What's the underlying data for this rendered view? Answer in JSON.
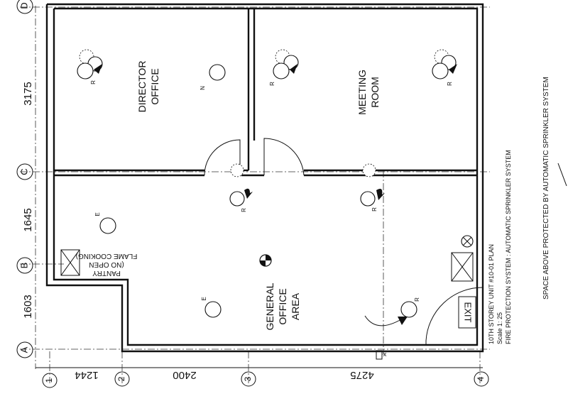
{
  "grid": {
    "rows": [
      "D",
      "C",
      "B",
      "A"
    ],
    "cols": [
      "1",
      "2",
      "3",
      "4"
    ],
    "row_dimensions": [
      "3175",
      "1645",
      "1603"
    ],
    "col_dimensions": [
      "1244",
      "2400",
      "4275"
    ]
  },
  "rooms": {
    "director": [
      "DIRECTOR",
      "OFFICE"
    ],
    "meeting": [
      "MEETING",
      "ROOM"
    ],
    "general": [
      "GENERAL",
      "OFFICE",
      "AREA"
    ],
    "pantry": [
      "PANTRY",
      "(NO OPEN",
      "FLAME COOKING)"
    ],
    "exit_sign": "EXIT"
  },
  "detector_labels": {
    "rate_of_rise": "R",
    "normal": "N",
    "emergency": "E",
    "x_mark": "x"
  },
  "title_block": {
    "title": "10TH STOREY UNIT #10-01 PLAN",
    "scale": "Scale 1: 25",
    "system": "FIRE PROTECTION SYSTEM : AUTOMATIC SPRINKLER SYSTEM",
    "note": "SPACE ABOVE PROTECTED BY AUTOMATIC SPRINKLER SYSTEM"
  }
}
